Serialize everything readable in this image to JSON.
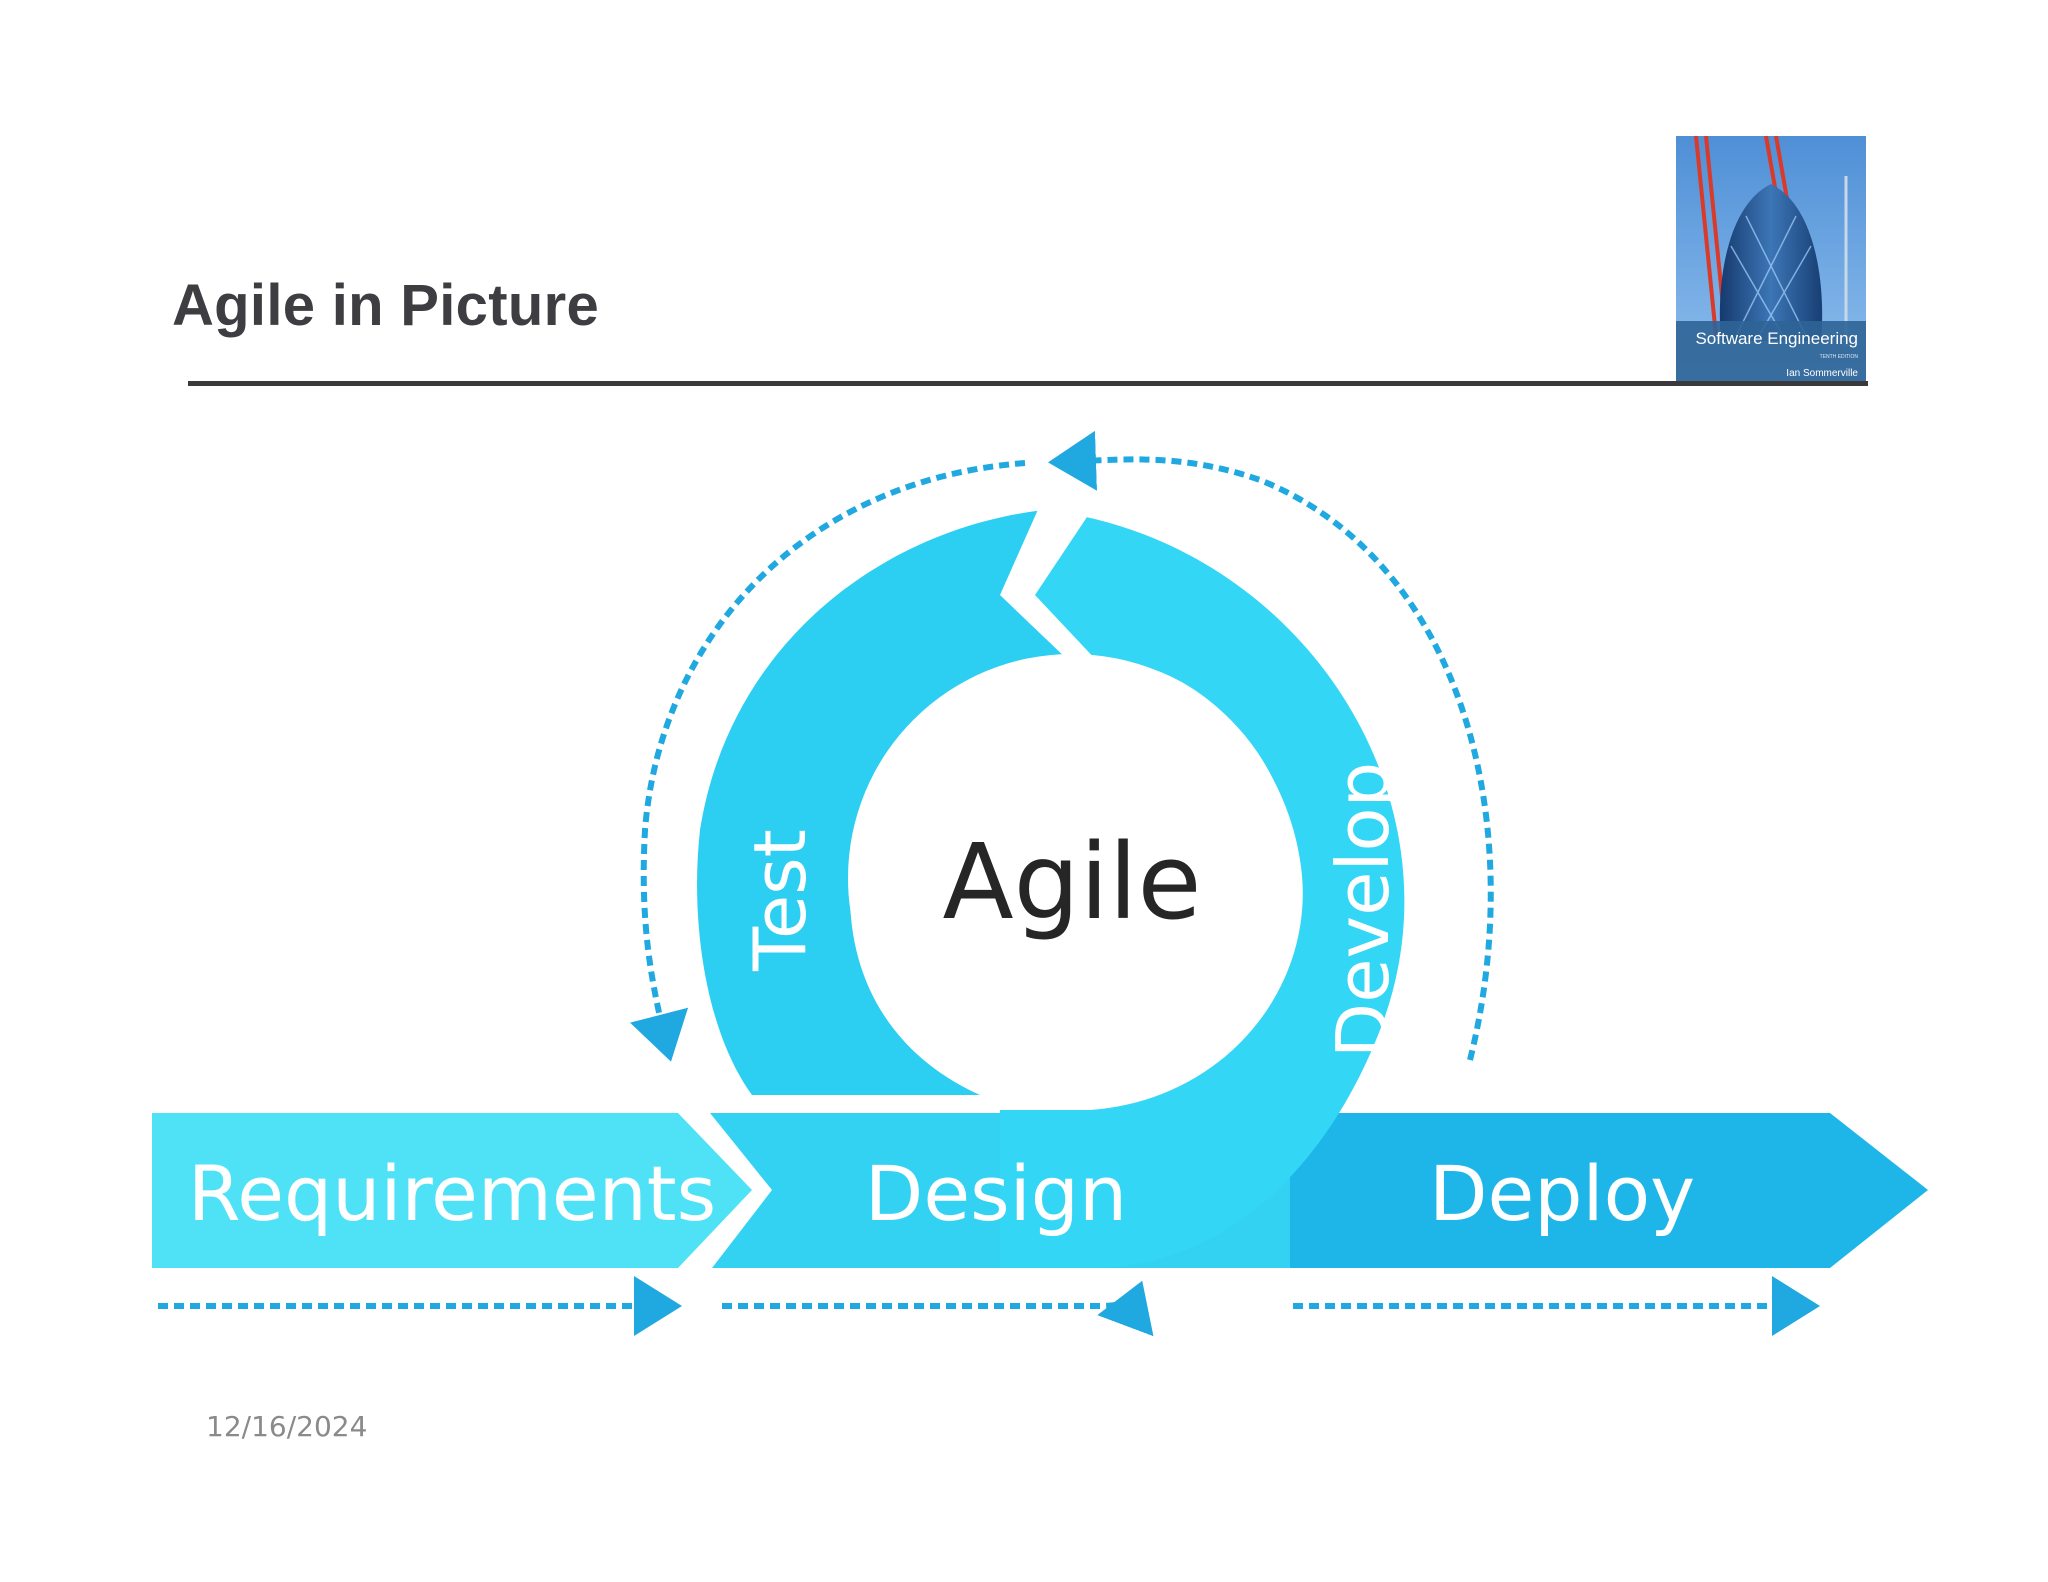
{
  "slide": {
    "title": "Agile in Picture",
    "date": "12/16/2024"
  },
  "book_cover": {
    "title": "Software Engineering",
    "edition": "TENTH EDITION",
    "author": "Ian Sommerville"
  },
  "diagram": {
    "center_label": "Agile",
    "cycle_phases": [
      "Test",
      "Develop"
    ],
    "linear_phases": [
      "Requirements",
      "Design",
      "Deploy"
    ]
  },
  "colors": {
    "requirements": "#4fe2f7",
    "design": "#33d2f3",
    "deploy": "#1eb6e8",
    "cycle": "#2fd0f3",
    "arrows": "#20a8e0",
    "title": "#3e3e42"
  }
}
